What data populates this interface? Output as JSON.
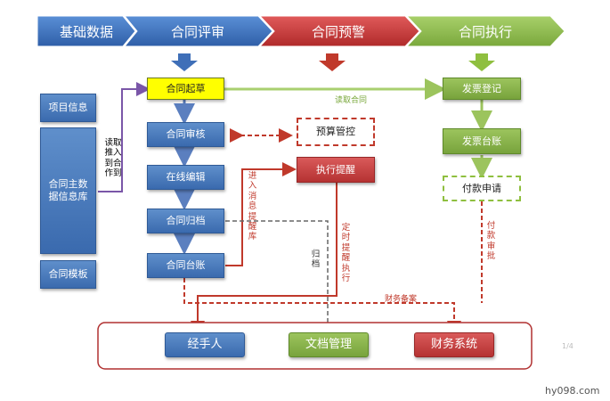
{
  "banner": {
    "stages": [
      "基础数据",
      "合同评审",
      "合同预警",
      "合同执行"
    ],
    "colors": [
      "#4472c4",
      "#4472c4",
      "#c0392b",
      "#8fb83f"
    ]
  },
  "left_panel": {
    "project_info": "项目信息",
    "master_db": "合同主数据信息库",
    "template": "合同模板",
    "read_label": "读取推入到合作到"
  },
  "review_column": {
    "draft": "合同起草",
    "audit": "合同审核",
    "edit": "在线编辑",
    "archive": "合同归档",
    "ledger": "合同台账"
  },
  "warning_column": {
    "budget": "预算管控",
    "reminder": "执行提醒",
    "enter_msg_label": "进入消息提醒库",
    "timed_label": "定时提醒执行",
    "archive_label": "归档"
  },
  "exec_column": {
    "invoice_register": "发票登记",
    "invoice_ledger": "发票台账",
    "payment_request": "付款申请",
    "payment_approval_label": "付款审批"
  },
  "flow_labels": {
    "read_contract": "读取合同",
    "finance_filing": "财务备案"
  },
  "bottom": {
    "handler": "经手人",
    "docs": "文档管理",
    "finance": "财务系统"
  },
  "page_number": "1/4",
  "watermark": "hy098.com"
}
